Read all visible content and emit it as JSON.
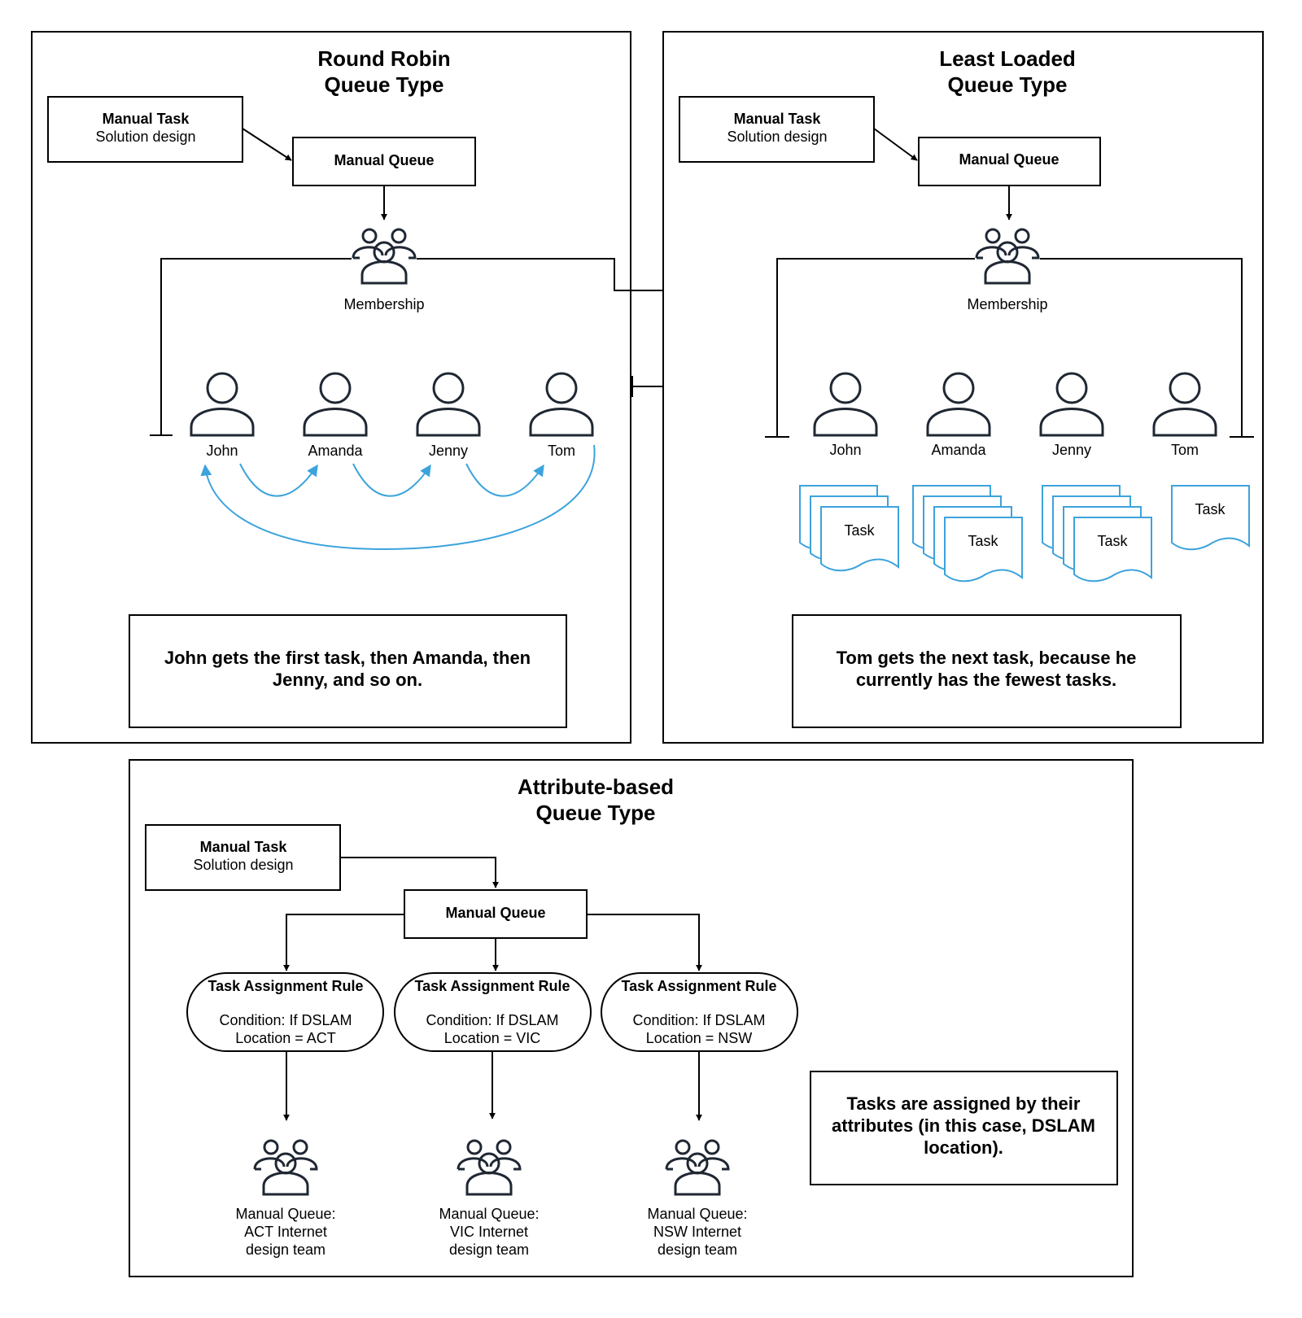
{
  "round_robin": {
    "title_line1": "Round Robin",
    "title_line2": "Queue Type",
    "task": {
      "title": "Manual Task",
      "subtitle": "Solution design"
    },
    "queue_label": "Manual Queue",
    "membership_label": "Membership",
    "members": [
      "John",
      "Amanda",
      "Jenny",
      "Tom"
    ],
    "note_line1": "John gets the first task, then Amanda, then",
    "note_line2": "Jenny, and so on."
  },
  "least_loaded": {
    "title_line1": "Least Loaded",
    "title_line2": "Queue Type",
    "task": {
      "title": "Manual Task",
      "subtitle": "Solution design"
    },
    "queue_label": "Manual Queue",
    "membership_label": "Membership",
    "members": [
      "John",
      "Amanda",
      "Jenny",
      "Tom"
    ],
    "task_label": "Task",
    "task_counts": [
      3,
      4,
      4,
      1
    ],
    "note_line1": "Tom gets the next task, because he",
    "note_line2": "currently has the fewest tasks."
  },
  "attribute_based": {
    "title_line1": "Attribute-based",
    "title_line2": "Queue Type",
    "task": {
      "title": "Manual Task",
      "subtitle": "Solution design"
    },
    "queue_label": "Manual Queue",
    "rules": [
      {
        "title": "Task Assignment Rule",
        "line1": "Condition: If DSLAM",
        "line2": "Location = ACT"
      },
      {
        "title": "Task Assignment Rule",
        "line1": "Condition: If DSLAM",
        "line2": "Location = VIC"
      },
      {
        "title": "Task Assignment Rule",
        "line1": "Condition: If DSLAM",
        "line2": "Location = NSW"
      }
    ],
    "teams": [
      {
        "line1": "Manual Queue:",
        "line2": "ACT Internet",
        "line3": "design team"
      },
      {
        "line1": "Manual Queue:",
        "line2": "VIC Internet",
        "line3": "design team"
      },
      {
        "line1": "Manual Queue:",
        "line2": "NSW Internet",
        "line3": "design team"
      }
    ],
    "note_line1": "Tasks are assigned by their",
    "note_line2": "attributes (in this case, DSLAM",
    "note_line3": "location)."
  },
  "colors": {
    "accent": "#3ca3dc",
    "icon": "#1f2733",
    "line": "#000000"
  },
  "icons": {
    "person": "person-icon",
    "group": "group-icon",
    "task": "task-document-icon"
  }
}
